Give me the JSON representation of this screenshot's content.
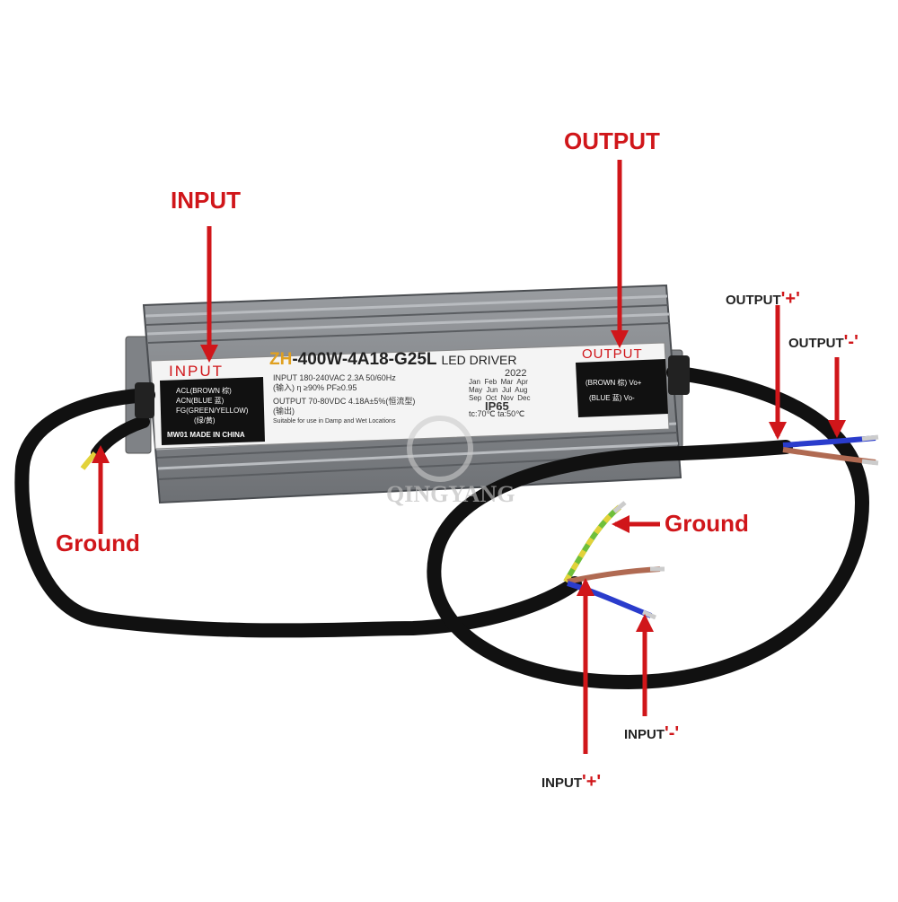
{
  "colors": {
    "annotation_red": "#d0161a",
    "housing": "#8a8d91",
    "label_bg": "#f4f4f4",
    "cable": "#111111",
    "wire_brown": "#b06a52",
    "wire_blue": "#2a3ccc",
    "wire_ground_green": "#6fbf3a",
    "wire_ground_yellow": "#e2d23a"
  },
  "annotations": {
    "input_top": "INPUT",
    "output_top": "OUTPUT",
    "ground_left": "Ground",
    "ground_right": "Ground",
    "output_plus": {
      "text": "OUTPUT",
      "sign": "'+'"
    },
    "output_minus": {
      "text": "OUTPUT",
      "sign": "'-'"
    },
    "input_plus": {
      "text": "INPUT",
      "sign": "'+'"
    },
    "input_minus": {
      "text": "INPUT",
      "sign": "'-'"
    }
  },
  "device_label": {
    "input_heading": "INPUT",
    "output_heading": "OUTPUT",
    "model_prefix": "ZH",
    "model_rest": "-400W-4A18-G25L",
    "product": "LED DRIVER",
    "input_wires": [
      "ACL(BROWN 棕)",
      "ACN(BLUE 蓝)",
      "FG(GREEN/YELLOW)",
      "(绿/黄)"
    ],
    "made_in": "MW01 MADE IN CHINA",
    "input_spec_1": "INPUT  180-240VAC  2.3A  50/60Hz",
    "input_spec_2": "(输入)  η ≥90%  PF≥0.95",
    "output_spec_1": "OUTPUT  70-80VDC  4.18A±5%(恒流型)",
    "output_spec_2": "(输出)",
    "suitable": "Suitable for use in Damp and Wet Locations",
    "year": "2022",
    "months": [
      "Jan",
      "Feb",
      "Mar",
      "Apr",
      "May",
      "Jun",
      "Jul",
      "Aug",
      "Sep",
      "Oct",
      "Nov",
      "Dec"
    ],
    "ip_rating": "IP65",
    "temps": "tc:70℃  ta:50℃",
    "output_wires": [
      "(BROWN 棕) Vo+",
      "(BLUE 蓝) Vo-"
    ]
  },
  "watermark": "QINGYANG"
}
